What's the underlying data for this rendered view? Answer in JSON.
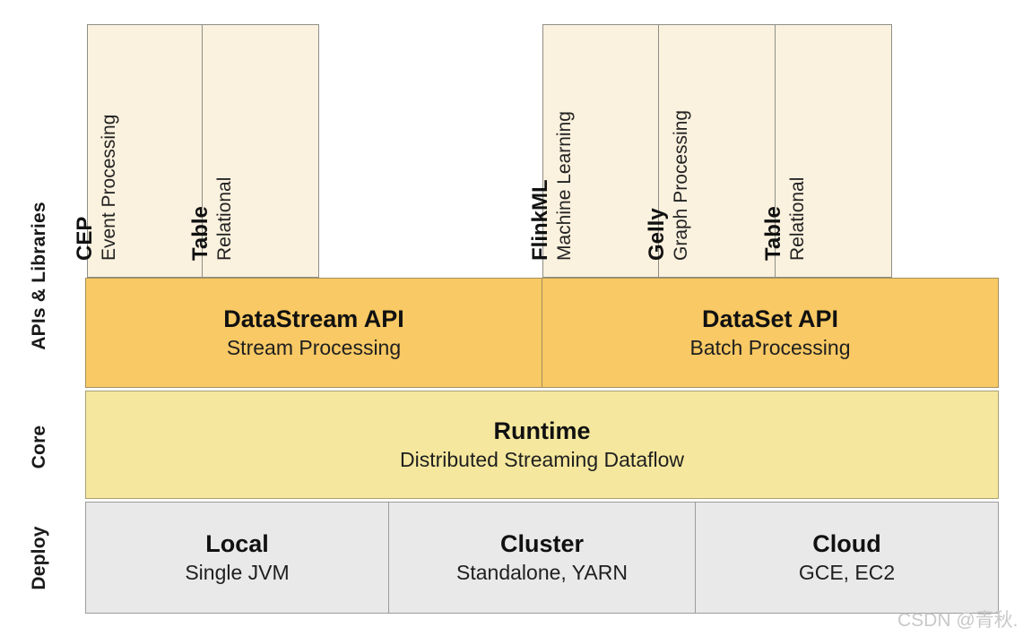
{
  "side_labels": [
    {
      "label": "APIs & Libraries"
    },
    {
      "label": "Core"
    },
    {
      "label": "Deploy"
    }
  ],
  "library_boxes": [
    {
      "title": "CEP",
      "subtitle": "Event Processing"
    },
    {
      "title": "Table",
      "subtitle": "Relational"
    },
    {
      "title": "FlinkML",
      "subtitle": "Machine Learning"
    },
    {
      "title": "Gelly",
      "subtitle": "Graph Processing"
    },
    {
      "title": "Table",
      "subtitle": "Relational"
    }
  ],
  "api_boxes": [
    {
      "title": "DataStream API",
      "subtitle": "Stream Processing"
    },
    {
      "title": "DataSet API",
      "subtitle": "Batch Processing"
    }
  ],
  "core_box": {
    "title": "Runtime",
    "subtitle": "Distributed Streaming Dataflow"
  },
  "deploy_boxes": [
    {
      "title": "Local",
      "subtitle": "Single JVM"
    },
    {
      "title": "Cluster",
      "subtitle": "Standalone, YARN"
    },
    {
      "title": "Cloud",
      "subtitle": "GCE, EC2"
    }
  ],
  "watermark": "CSDN @青秋.",
  "colors": {
    "library_fill": "#faf1de",
    "api_fill": "#f8c964",
    "core_fill": "#f5e89e",
    "deploy_fill": "#e9e9e9",
    "background": "#ffffff",
    "watermark_text": "#c8c8c8"
  }
}
